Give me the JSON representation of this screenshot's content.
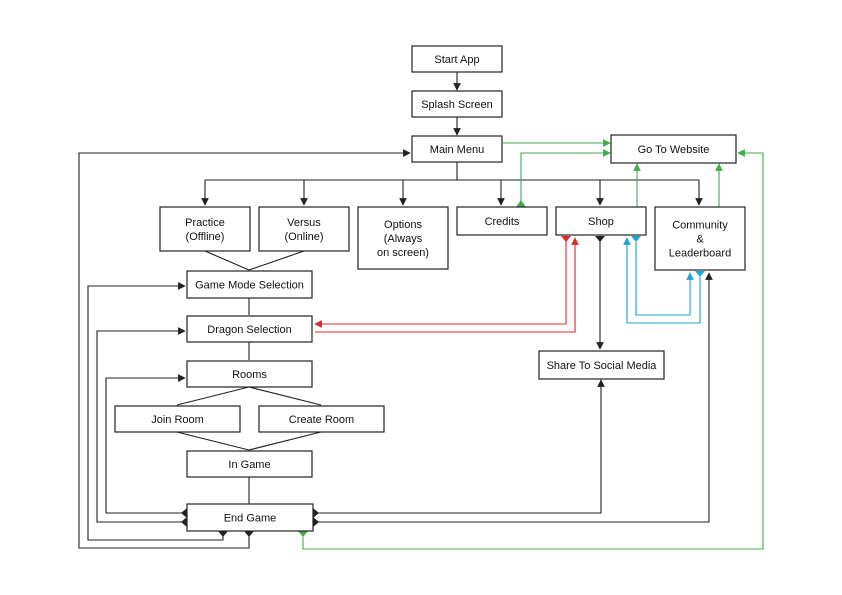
{
  "colors": {
    "line": "#222222",
    "shop": "#e0282b",
    "website": "#3dae49",
    "community": "#1aa6dd"
  },
  "nodes": {
    "start_app": [
      "Start App"
    ],
    "splash_screen": [
      "Splash Screen"
    ],
    "main_menu": [
      "Main Menu"
    ],
    "go_to_website": [
      "Go To Website"
    ],
    "practice": [
      "Practice",
      "(Offline)"
    ],
    "versus": [
      "Versus",
      "(Online)"
    ],
    "options": [
      "Options",
      "(Always",
      "on screen)"
    ],
    "credits": [
      "Credits"
    ],
    "shop": [
      "Shop"
    ],
    "community": [
      "Community",
      "&",
      "Leaderboard"
    ],
    "game_mode_selection": [
      "Game Mode Selection"
    ],
    "dragon_selection": [
      "Dragon Selection"
    ],
    "rooms": [
      "Rooms"
    ],
    "join_room": [
      "Join Room"
    ],
    "create_room": [
      "Create Room"
    ],
    "in_game": [
      "In Game"
    ],
    "end_game": [
      "End Game"
    ],
    "share_to_social_media": [
      "Share To Social Media"
    ]
  }
}
